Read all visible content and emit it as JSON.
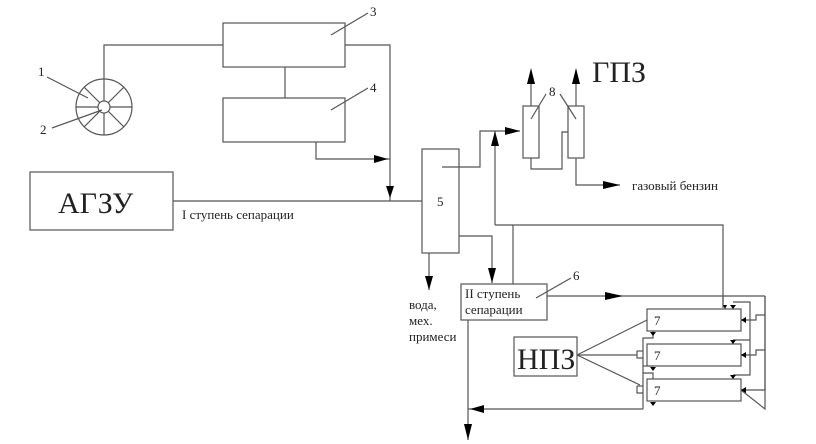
{
  "diagram": {
    "nodes": {
      "agzu": "АГЗУ",
      "gpz": "ГПЗ",
      "npz": "НПЗ",
      "stage2": [
        "II ступень",
        "сепарации"
      ]
    },
    "numbers": {
      "n1": "1",
      "n2": "2",
      "n3": "3",
      "n4": "4",
      "n5": "5",
      "n6": "6",
      "n7a": "7",
      "n7b": "7",
      "n7c": "7",
      "n8": "8"
    },
    "labels": {
      "stage1": "I ступень сепарации",
      "gas_gasoline": "газовый бензин",
      "water": [
        "вода,",
        "мех.",
        "примеси"
      ]
    }
  }
}
